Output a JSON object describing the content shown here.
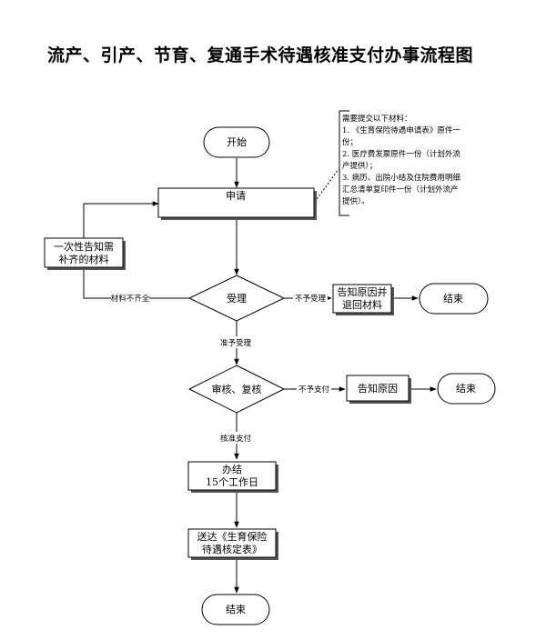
{
  "title": "流产、引产、节育、复通手术待遇核准支付办事流程图",
  "nodes": {
    "start": "开始",
    "apply": "申请",
    "notify_once_1": "一次性告知需",
    "notify_once_2": "补齐的材料",
    "accept": "受理",
    "notify_return_1": "告知原因并",
    "notify_return_2": "退回材料",
    "end1": "结束",
    "review": "审核、复核",
    "notify_reason": "告知原因",
    "end2": "结束",
    "finish_1": "办结",
    "finish_2": "15个工作日",
    "deliver_1": "送达《生育保险",
    "deliver_2": "待遇核定表》",
    "end3": "结束"
  },
  "edges": {
    "incomplete": "材料不齐全",
    "not_accepted": "不予受理",
    "accepted": "准予受理",
    "not_paid": "不予支付",
    "approved": "核准支付"
  },
  "note": {
    "lines": [
      "需要提交以下材料：",
      "1. 《生育保险待遇申请表》原件一",
      "份；",
      "2. 医疗费发票原件一份（计划外流",
      "产提供）；",
      "3. 病历、出院小结及住院费用明细",
      "汇总清单复印件一份（计划外流产",
      "提供）。"
    ]
  }
}
